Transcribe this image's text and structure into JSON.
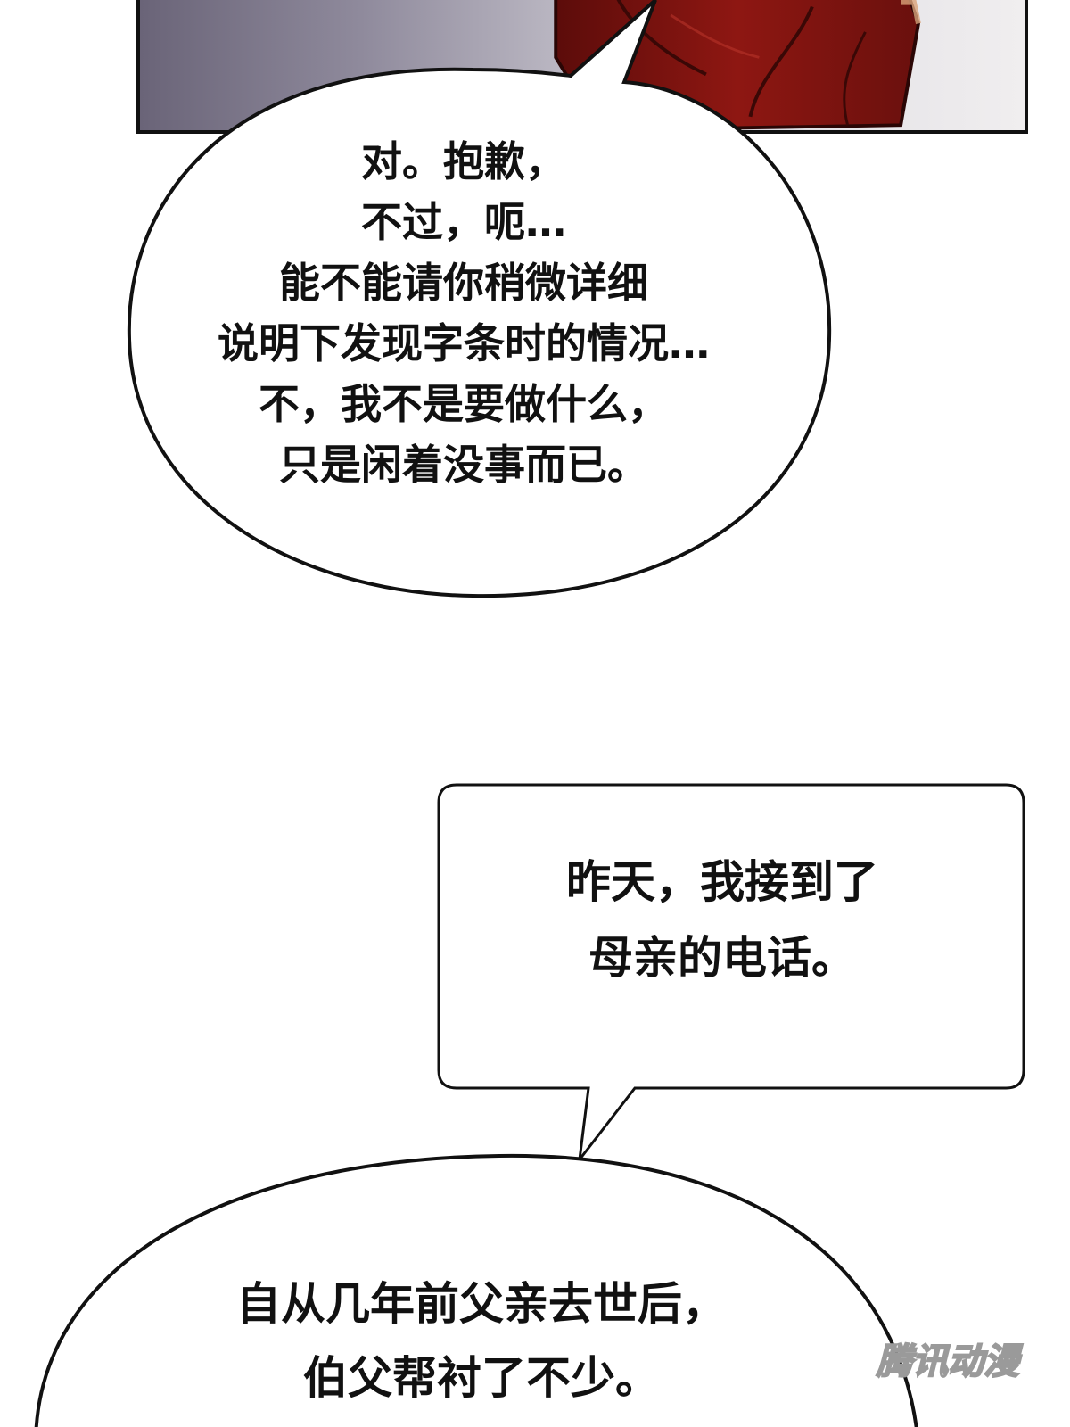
{
  "bubble_1": {
    "lines": [
      "对。抱歉，",
      "不过，呃…",
      "能不能请你稍微详细",
      "说明下发现字条时的情况…",
      "不，我不是要做什么，",
      "只是闲着没事而已。"
    ]
  },
  "bubble_2": {
    "lines": [
      "昨天，我接到了",
      "母亲的电话。"
    ]
  },
  "bubble_3": {
    "lines": [
      "自从几年前父亲去世后，",
      "伯父帮衬了不少。"
    ]
  },
  "watermark": {
    "text": "腾讯动漫"
  },
  "colors": {
    "ink": "#111111",
    "bubble_fill": "#ffffff",
    "shirt_red": "#8a1410",
    "panel_bg": "#c9c6cf"
  }
}
